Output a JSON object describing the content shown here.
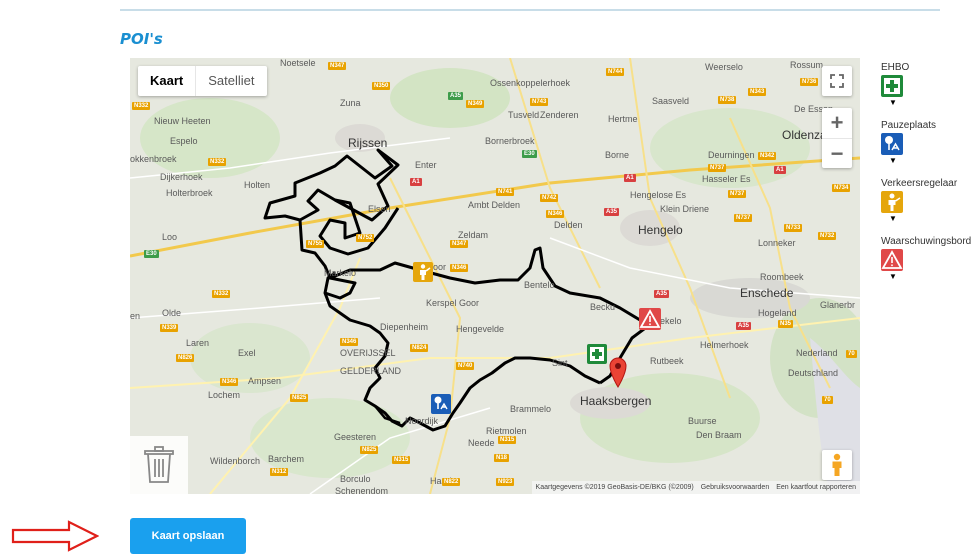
{
  "section": {
    "title": "POI's"
  },
  "map": {
    "map_types": {
      "map": "Kaart",
      "satellite": "Satelliet"
    },
    "controls": {
      "zoom_in": "+",
      "zoom_out": "−"
    },
    "attribution": {
      "data": "Kaartgegevens ©2019 GeoBasis-DE/BKG (©2009)",
      "terms": "Gebruiksvoorwaarden",
      "report": "Een kaartfout rapporteren"
    },
    "places": {
      "noetsele": "Noetsele",
      "rossum": "Rossum",
      "weerselo": "Weerselo",
      "ossenkoppelerhoek": "Ossenkoppelerhoek",
      "zuna": "Zuna",
      "saasveld": "Saasveld",
      "de_essen": "De Essen",
      "nieuw_heeten": "Nieuw Heeten",
      "tusveld": "Tusveld",
      "zenderen": "Zenderen",
      "hertme": "Hertme",
      "espelo": "Espelo",
      "rijssen": "Rijssen",
      "bornerbroek": "Bornerbroek",
      "oldenzaal": "Oldenzaal",
      "okkenbroek": "okkenbroek",
      "enter": "Enter",
      "borne": "Borne",
      "deurningen": "Deurningen",
      "holten": "Holten",
      "dijkerhoek": "Dijkerhoek",
      "hasseler_es": "Hasseler Es",
      "hengelose_es": "Hengelose Es",
      "holterbroek": "Holterbroek",
      "ambt_delden": "Ambt Delden",
      "klein_driene": "Klein Driene",
      "elsen": "Elsen",
      "delden": "Delden",
      "hengelo": "Hengelo",
      "loo": "Loo",
      "zeldam": "Zeldam",
      "lonneker": "Lonneker",
      "goor": "Goor",
      "markelo": "Markelo",
      "roombeek": "Roombeek",
      "bentelo": "Bentelo",
      "enschede": "Enschede",
      "kerspel_goor": "Kerspel Goor",
      "glanerbrug": "Glanerbr",
      "olde": "Olde",
      "beckum": "Becku",
      "haaksbergen_label": "ekelo",
      "hengevelde": "Hengevelde",
      "hogeland": "Hogeland",
      "laren": "Laren",
      "diepenheim": "Diepenheim",
      "exel": "Exel",
      "overijssel": "OVERIJSSEL",
      "helmerhoek": "Helmerhoek",
      "nederland": "Nederland",
      "gelderland": "GELDERLAND",
      "sint_isidorushoeve": "Sint",
      "rutbeek": "Rutbeek",
      "ampsen": "Ampsen",
      "deutschland": "Deutschland",
      "lochem": "Lochem",
      "haaksbergen": "Haaksbergen",
      "brammelo": "Brammelo",
      "buurse": "Buurse",
      "rietmolen": "Rietmolen",
      "den_braam": "Den Braam",
      "geesteren": "Geesteren",
      "noordijk": "Noordijk",
      "neede": "Neede",
      "wildenborch": "Wildenborch",
      "barchem": "Barchem",
      "borculo": "Borculo",
      "haarlo": "Haarlo",
      "schoneveld": "Schenendom",
      "en": "en"
    },
    "roads": {
      "n347a": "N347",
      "n744": "N744",
      "n736": "N736",
      "n332a": "N332",
      "n350": "N350",
      "a35a": "A35",
      "n349": "N349",
      "n743": "N743",
      "n738": "N738",
      "n343": "N343",
      "e30a": "E30",
      "n332b": "N332",
      "n342": "N342",
      "n737a": "N737",
      "a1a": "A1",
      "a1b": "A1",
      "a1c": "A1",
      "n734": "N734",
      "n741": "N741",
      "n742": "N742",
      "n737b": "N737",
      "n346a": "N346",
      "a35b": "A35",
      "n737c": "N737",
      "n733": "N733",
      "n732": "N732",
      "e30b": "E30",
      "n755": "N755",
      "n752": "N752",
      "n347b": "N347",
      "n346b": "N346",
      "n332c": "N332",
      "a35c": "A35",
      "n35": "N35",
      "n339": "N339",
      "n346c": "N346",
      "n826": "N826",
      "n824": "N824",
      "n740": "N740",
      "n346d": "N346",
      "n825a": "N825",
      "n315a": "N315",
      "n18": "N18",
      "n825b": "N825",
      "n315b": "N315",
      "n312": "N312",
      "n822": "N822",
      "n923": "N923",
      "a35d": "A35",
      "n70a": "70",
      "n70b": "70"
    }
  },
  "legend": {
    "items": [
      {
        "label": "EHBO",
        "color": "#1f8a3a",
        "icon": "first-aid-icon"
      },
      {
        "label": "Pauzeplaats",
        "color": "#1a5db7",
        "icon": "rest-stop-icon"
      },
      {
        "label": "Verkeersregelaar",
        "color": "#e5a60c",
        "icon": "traffic-controller-icon"
      },
      {
        "label": "Waarschuwingsbord",
        "color": "#e04848",
        "icon": "warning-sign-icon"
      }
    ]
  },
  "actions": {
    "save_label": "Kaart opslaan"
  }
}
